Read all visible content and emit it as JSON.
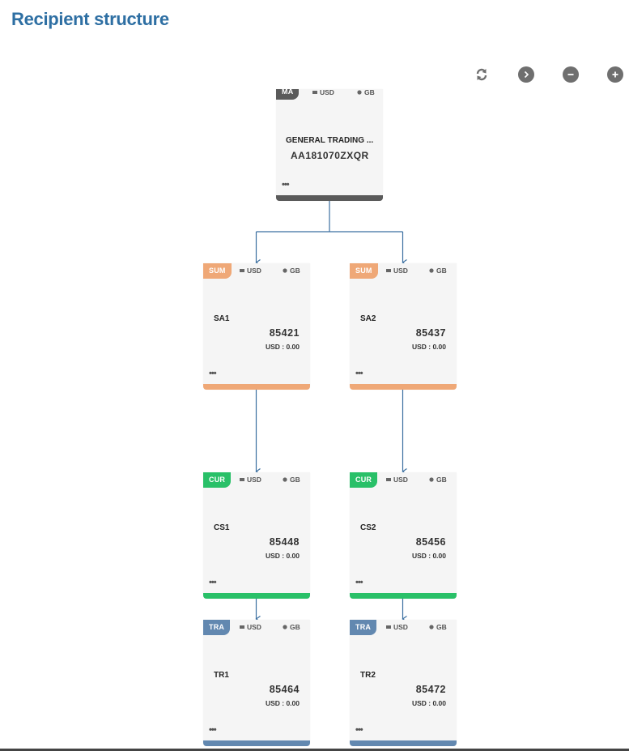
{
  "page": {
    "title": "Recipient structure"
  },
  "toolbar": {
    "buttons": [
      {
        "name": "refresh-icon"
      },
      {
        "name": "chevron-right-icon"
      },
      {
        "name": "zoom-out-icon"
      },
      {
        "name": "zoom-in-icon"
      }
    ]
  },
  "colors": {
    "title": "#2e6fa3",
    "connector": "#3b6fa0",
    "ma": "#5a5a5a",
    "sum": "#efa877",
    "cur": "#29c068",
    "tra": "#6288b0"
  },
  "nodes": {
    "ma": {
      "badge": "MA",
      "currency": "USD",
      "country": "GB",
      "name": "GENERAL TRADING ...",
      "code": "AA181070ZXQR",
      "more": "•••"
    },
    "sa1": {
      "badge": "SUM",
      "currency": "USD",
      "country": "GB",
      "name": "SA1",
      "code": "85421",
      "balance": "USD : 0.00",
      "more": "•••"
    },
    "sa2": {
      "badge": "SUM",
      "currency": "USD",
      "country": "GB",
      "name": "SA2",
      "code": "85437",
      "balance": "USD : 0.00",
      "more": "•••"
    },
    "cs1": {
      "badge": "CUR",
      "currency": "USD",
      "country": "GB",
      "name": "CS1",
      "code": "85448",
      "balance": "USD : 0.00",
      "more": "•••"
    },
    "cs2": {
      "badge": "CUR",
      "currency": "USD",
      "country": "GB",
      "name": "CS2",
      "code": "85456",
      "balance": "USD : 0.00",
      "more": "•••"
    },
    "tr1": {
      "badge": "TRA",
      "currency": "USD",
      "country": "GB",
      "name": "TR1",
      "code": "85464",
      "balance": "USD : 0.00",
      "more": "•••"
    },
    "tr2": {
      "badge": "TRA",
      "currency": "USD",
      "country": "GB",
      "name": "TR2",
      "code": "85472",
      "balance": "USD : 0.00",
      "more": "•••"
    }
  }
}
